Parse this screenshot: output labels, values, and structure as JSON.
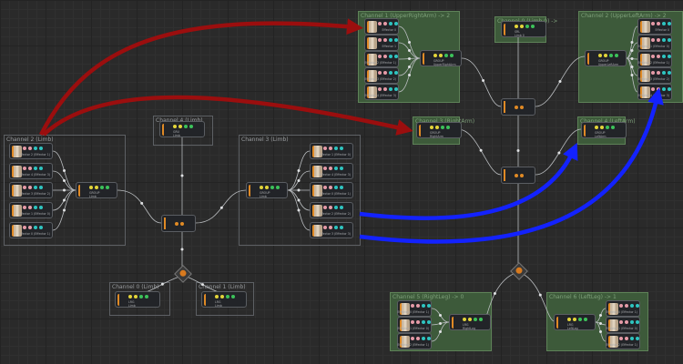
{
  "colors": {
    "effector_dot_pink": "#e59aa7",
    "effector_dot_cyan": "#2ec4c0",
    "group_dot_yellow": "#e3d43a",
    "group_dot_green": "#3cc25a",
    "limb_orange": "#e08a25",
    "channel_green": "#3d5a3a",
    "arrow_red": "#9b0e0e",
    "arrow_blue": "#1322ff"
  },
  "channels": [
    {
      "id": "c2",
      "title": "Channel 2 (Limb)",
      "group": {
        "type": "GROUP",
        "name": "Limb"
      },
      "effectors": [
        "Effector 2 (Effector 1)",
        "Effector 4 (Effector 3)",
        "Effector 3 (Effector 2)",
        "Effector 1 (Effector 0)",
        "Effector 0 (Effector 1)"
      ]
    },
    {
      "id": "c4",
      "title": "Channel 4 (Limb)",
      "group": {
        "type": "GRU",
        "name": "Limb"
      },
      "effectors": []
    },
    {
      "id": "c3",
      "title": "Channel 3 (Limb)",
      "group": {
        "type": "GROUP",
        "name": "Limb"
      },
      "effectors": [
        "Effector 1 (Effector 0)",
        "Effector 4 (Effector 3)",
        "Effector 0 (Effector 1)",
        "Effector 2 (Effector 2)",
        "Effector 3 (Effector 3)"
      ]
    },
    {
      "id": "c0",
      "title": "Channel 0 (Limb)",
      "group": {
        "type": "LRG",
        "name": "Limb"
      },
      "effectors": []
    },
    {
      "id": "c1",
      "title": "Channel 1 (Limb)",
      "group": {
        "type": "LRG",
        "name": "Limb"
      },
      "effectors": []
    },
    {
      "id": "r1",
      "title": "Channel 1 (UpperRightArm) -> 2",
      "group": {
        "type": "GROUP",
        "name": "UpperRightArm"
      },
      "effectors": [
        "Effector 0",
        "Effector 1",
        "Effector 2 (Effector 1)",
        "Effector 3 (Effector 2)",
        "Effector 4 (Effector 3)"
      ]
    },
    {
      "id": "r0",
      "title": "Channel 0 (Limb 0) ->",
      "group": {
        "type": "SRL",
        "name": "Limb 0"
      },
      "effectors": []
    },
    {
      "id": "r2",
      "title": "Channel 2 (UpperLeftArm) -> 2",
      "group": {
        "type": "GROUP",
        "name": "UpperLeftArm"
      },
      "effectors": [
        "Effector 0",
        "Effector 1 (Effector 0)",
        "Effector 2 (Effector 1)",
        "Effector 3 (Effector 2)",
        "Effector 4 (Effector 3)"
      ]
    },
    {
      "id": "r3",
      "title": "Channel 3 (RightArm)",
      "group": {
        "type": "GROUP",
        "name": "RightArm"
      },
      "effectors": []
    },
    {
      "id": "r4",
      "title": "Channel 4 (LeftArm)",
      "group": {
        "type": "GROUP",
        "name": "LeftArm"
      },
      "effectors": []
    },
    {
      "id": "r5",
      "title": "Channel 5 (RightLeg) -> 0",
      "group": {
        "type": "LRG",
        "name": "RightLeg"
      },
      "effectors": [
        "Effector 0 (Effector 1)",
        "Effector 1 (Effector 0)",
        "Effector 2 (Effector 1)"
      ]
    },
    {
      "id": "r6",
      "title": "Channel 6 (LeftLeg) -> 1",
      "group": {
        "type": "LRG",
        "name": "LeftLeg"
      },
      "effectors": [
        "Effector 0 (Effector 1)",
        "Effector 1 (Effector 0)",
        "Effector 2 (Effector 1)"
      ]
    }
  ]
}
